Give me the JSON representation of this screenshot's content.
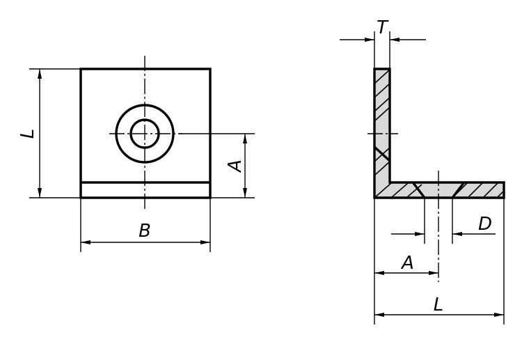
{
  "labels": {
    "front_L": "L",
    "front_A": "A",
    "front_B": "B",
    "side_T": "T",
    "side_D": "D",
    "side_A": "A",
    "side_L": "L"
  },
  "colors": {
    "fill": "#d9d9d9",
    "line": "#000000"
  }
}
